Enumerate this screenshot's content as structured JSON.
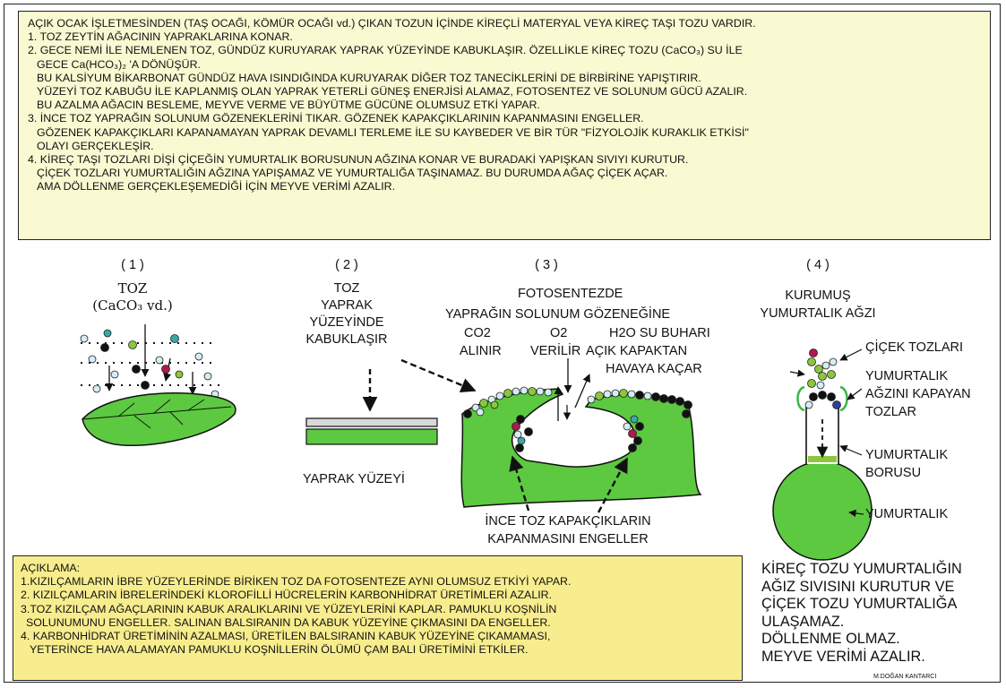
{
  "top_text": [
    "AÇIK OCAK İŞLETMESİNDEN (TAŞ OCAĞI, KÖMÜR OCAĞI vd.) ÇIKAN TOZUN  İÇİNDE KİREÇLİ MATERYAL VEYA KİREÇ TAŞI TOZU VARDIR.",
    " 1. TOZ ZEYTİN AĞACININ YAPRAKLARINA KONAR.",
    " 2. GECE NEMİ İLE NEMLENEN TOZ, GÜNDÜZ KURUYARAK YAPRAK YÜZEYİNDE KABUKLAŞIR. ÖZELLİKLE KİREÇ TOZU (CaCO₃) SU İLE",
    "    GECE Ca(HCO₃)₂ 'A DÖNÜŞÜR.",
    "    BU KALSİYUM BİKARBONAT GÜNDÜZ HAVA ISINDIĞINDA KURUYARAK DİĞER TOZ TANECİKLERİNİ DE BİRBİRİNE YAPIŞTIRIR.",
    "    YÜZEYİ TOZ KABUĞU İLE KAPLANMIŞ OLAN YAPRAK YETERLİ GÜNEŞ ENERJİSİ ALAMAZ, FOTOSENTEZ VE SOLUNUM GÜCÜ AZALIR.",
    "    BU AZALMA AĞACIN BESLEME, MEYVE VERME VE BÜYÜTME GÜCÜNE OLUMSUZ ETKİ YAPAR.",
    " 3. İNCE TOZ YAPRAĞIN SOLUNUM GÖZENEKLERİNİ TIKAR. GÖZENEK KAPAKÇIKLARININ KAPANMASINI ENGELLER.",
    "    GÖZENEK KAPAKÇIKLARI KAPANAMAYAN YAPRAK DEVAMLI TERLEME İLE SU KAYBEDER VE BİR TÜR \"FİZYOLOJİK KURAKLIK ETKİSİ\"",
    "    OLAYI GERÇEKLEŞİR.",
    " 4. KİREÇ TAŞI TOZLARI DİŞİ ÇİÇEĞİN YUMURTALIK BORUSUNUN AĞZINA KONAR VE BURADAKİ YAPIŞKAN SIVIYI KURUTUR.",
    "    ÇİÇEK TOZLARI YUMURTALIĞIN AĞZINA YAPIŞAMAZ VE YUMURTALIĞA TAŞINAMAZ. BU DURUMDA AĞAÇ ÇİÇEK AÇAR.",
    "    AMA DÖLLENME GERÇEKLEŞEMEDİĞİ İÇİN  MEYVE VERİMİ AZALIR."
  ],
  "panel1": {
    "num": "( 1 )",
    "title": "TOZ",
    "formula": "(CaCO₃ vd.)"
  },
  "panel2": {
    "num": "( 2 )",
    "title_lines": [
      "TOZ",
      "YAPRAK",
      "YÜZEYİNDE",
      "KABUKLAŞIR"
    ],
    "caption": "YAPRAK YÜZEYİ"
  },
  "panel3": {
    "num": "( 3 )",
    "title_line1": "FOTOSENTEZDE",
    "title_line2": "YAPRAĞIN SOLUNUM GÖZENEĞİNE",
    "co2": "CO2",
    "co2_sub": "ALINIR",
    "o2": "O2",
    "o2_sub": "VERİLİR",
    "h2o": "H2O  SU BUHARI",
    "h2o_sub1": "AÇIK KAPAKTAN",
    "h2o_sub2": "HAVAYA KAÇAR",
    "bottom1": "İNCE TOZ KAPAKÇIKLARIN",
    "bottom2": "KAPANMASINI ENGELLER"
  },
  "panel4": {
    "num": "( 4 )",
    "title1": "KURUMUŞ",
    "title2": "YUMURTALIK AĞZI",
    "pollen": "ÇİÇEK TOZLARI",
    "covering1": "YUMURTALIK",
    "covering2": "AĞZINI KAPAYAN",
    "covering3": "TOZLAR",
    "tube1": "YUMURTALIK",
    "tube2": "BORUSU",
    "ovary": "YUMURTALIK"
  },
  "bottom_text": [
    "AÇIKLAMA:",
    "1.KIZILÇAMLARIN İBRE YÜZEYLERİNDE BİRİKEN TOZ DA FOTOSENTEZE AYNI OLUMSUZ ETKİYİ YAPAR.",
    "2. KIZILÇAMLARIN İBRELERİNDEKİ KLOROFİLLİ HÜCRELERİN KARBONHİDRAT ÜRETİMLERİ AZALIR.",
    "3.TOZ KIZILÇAM AĞAÇLARININ KABUK ARALIKLARINI VE YÜZEYLERİNİ KAPLAR. PAMUKLU KOŞNİLİN",
    "  SOLUNUMUNU ENGELLER. SALINAN BALSIRANIN DA KABUK YÜZEYİNE ÇIKMASINI DA ENGELLER.",
    "4. KARBONHİDRAT ÜRETİMİNİN AZALMASI, ÜRETİLEN BALSIRANIN KABUK YÜZEYİNE ÇIKAMAMASI,",
    "   YETERİNCE HAVA ALAMAYAN PAMUKLU KOŞNİLLERİN ÖLÜMÜ ÇAM BALI ÜRETİMİNİ ETKİLER."
  ],
  "right_note": [
    "KİREÇ TOZU YUMURTALIĞIN",
    "AĞIZ SIVISINI KURUTUR VE",
    "ÇİÇEK TOZU YUMURTALIĞA",
    "ULAŞAMAZ.",
    "DÖLLENME OLMAZ.",
    "MEYVE VERİMİ AZALIR."
  ],
  "signature": "M.DOĞAN KANTARCI",
  "colors": {
    "leaf_green": "#5cc940",
    "top_box": "#fafad2",
    "bottom_box": "#f8ed8e",
    "dust_light": "#d4ecf4",
    "dust_teal": "#3aa8a8",
    "dust_black": "#111111",
    "dust_green": "#8cc63e",
    "dust_magenta": "#b01850",
    "dust_blue": "#2a3fa0"
  }
}
